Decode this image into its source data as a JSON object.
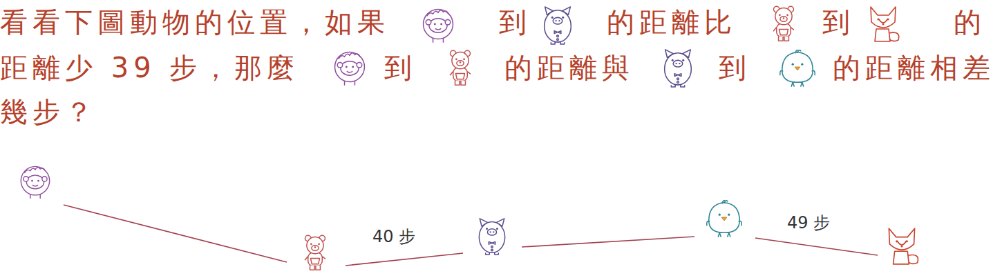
{
  "diagram": {
    "labels": [
      "看看下圖動物的位置，如果",
      "到",
      "的距離比",
      "到",
      "的",
      "距離少 39 步，那麼",
      "到",
      "的距離與",
      "到",
      "的距離相差",
      "幾步？",
      "40 步",
      "49 步"
    ]
  }
}
